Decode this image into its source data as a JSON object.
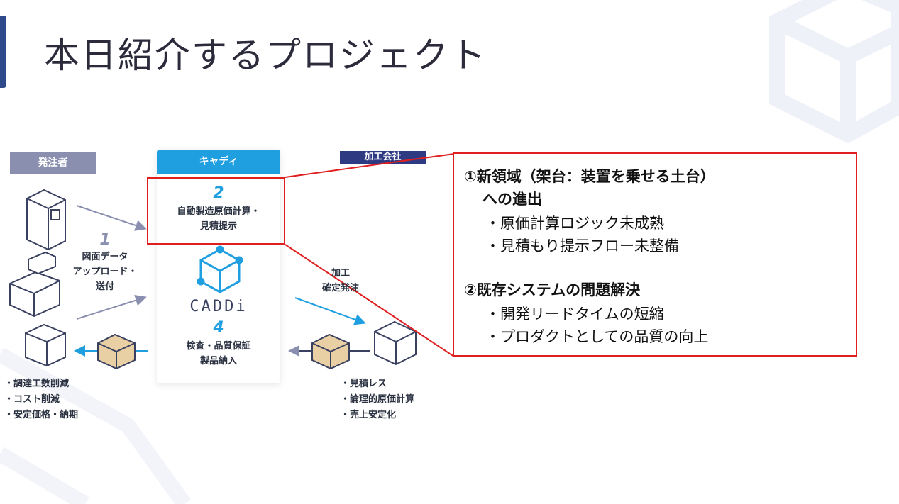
{
  "title": "本日紹介するプロジェクト",
  "columns": {
    "client": "発注者",
    "caddi": "キャディ",
    "factory": "加工会社"
  },
  "steps": {
    "s1_num": "1",
    "s1_l1": "図面データ",
    "s1_l2": "アップロード・",
    "s1_l3": "送付",
    "s2_num": "2",
    "s2_l1": "自動製造原価計算・",
    "s2_l2": "見積提示",
    "s3_l1": "加工",
    "s3_l2": "確定発注",
    "s4_num": "4",
    "s4_l1": "検査・品質保証",
    "s4_l2": "製品納入"
  },
  "logo_text": "CADDi",
  "client_benefits": [
    "・調達工数削減",
    "・コスト削減",
    "・安定価格・納期"
  ],
  "factory_benefits": [
    "・見積レス",
    "・論理的原価計算",
    "・売上安定化"
  ],
  "callout": {
    "h1_line1": "①新領域（架台：装置を乗せる土台）",
    "h1_line2": "への進出",
    "h1_items": [
      "・原価計算ロジック未成熟",
      "・見積もり提示フロー未整備"
    ],
    "h2": "②既存システムの問題解決",
    "h2_items": [
      "・開発リードタイムの短縮",
      "・プロダクトとしての品質の向上"
    ]
  },
  "colors": {
    "accent": "#2f4a8a",
    "caddi_blue": "#1f9fe0",
    "client_gray": "#8a8fb0",
    "factory_navy": "#2e3a82",
    "highlight_red": "#e02020"
  }
}
